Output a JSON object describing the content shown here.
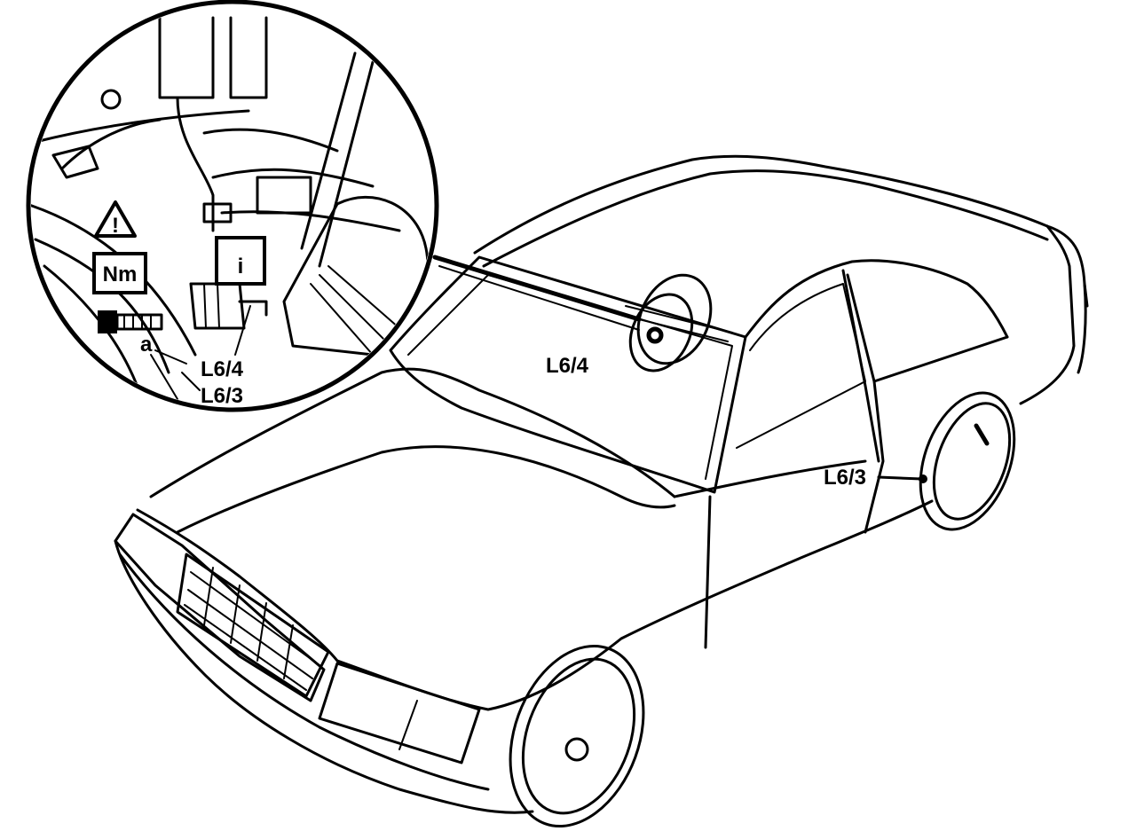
{
  "callouts": {
    "inset_top": "L6/4",
    "inset_bottom": "L6/3",
    "inset_a": "a",
    "car_front": "L6/4",
    "car_rear": "L6/3"
  },
  "symbols": {
    "warning": "!",
    "torque": "Nm",
    "info": "i"
  },
  "icons": [
    "warning-triangle-icon",
    "torque-nm-icon",
    "info-icon",
    "bolt-icon"
  ]
}
